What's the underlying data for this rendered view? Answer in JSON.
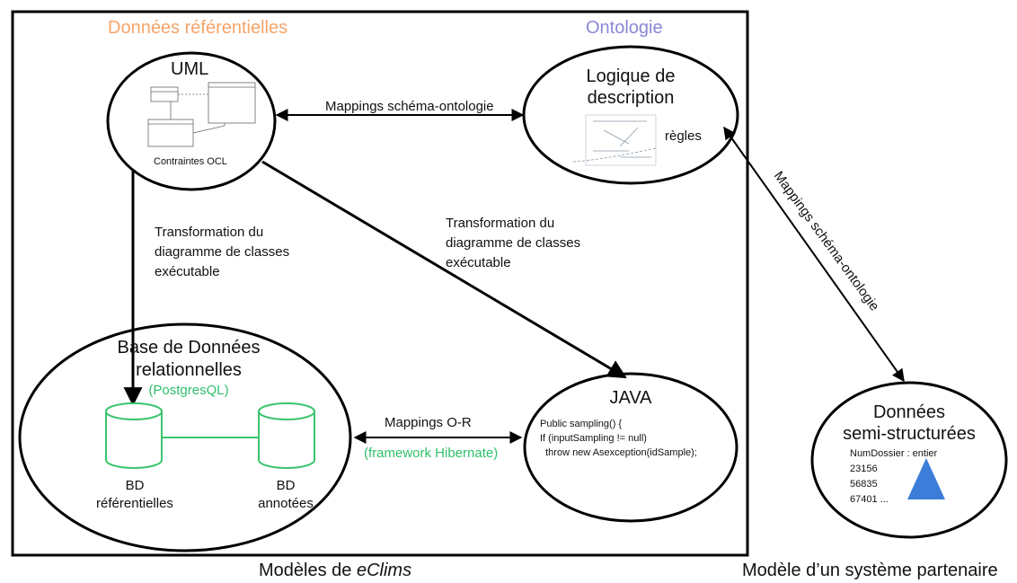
{
  "sections": {
    "referential": "Données référentielles",
    "ontology": "Ontologie"
  },
  "nodes": {
    "uml": {
      "title": "UML",
      "caption": "Contraintes OCL"
    },
    "logic": {
      "title_line1": "Logique de",
      "title_line2": "description",
      "caption": "règles"
    },
    "database": {
      "title_line1": "Base de Données",
      "title_line2": "relationnelles",
      "engine": "(PostgresQL)"
    },
    "java": {
      "title": "JAVA",
      "code": [
        "Public sampling() {",
        "If (inputSampling != null)",
        "  throw new Asexception(idSample);"
      ]
    },
    "semi": {
      "title_line1": "Données",
      "title_line2": "semi-structurées",
      "lines": [
        "NumDossier : entier",
        "23156",
        "56835",
        "67401 ..."
      ]
    }
  },
  "cylinders": {
    "left": {
      "line1": "BD",
      "line2": "référentielles"
    },
    "right": {
      "line1": "BD",
      "line2": "annotées"
    }
  },
  "edges": {
    "uml_logic": "Mappings  schéma-ontologie",
    "uml_db": [
      "Transformation du",
      "diagramme de classes",
      "exécutable"
    ],
    "uml_java": [
      "Transformation du",
      "diagramme de classes",
      "exécutable"
    ],
    "db_java": "Mappings O-R",
    "db_java_sub": "(framework Hibernate)",
    "logic_semi": "Mappings  schéma-ontologie"
  },
  "footers": {
    "left_prefix": "Modèles de ",
    "left_emph": "eClims",
    "right": "Modèle d’un système partenaire"
  },
  "colors": {
    "orange": "#f5a468",
    "purple": "#8a86d6",
    "green": "#2fbf6a",
    "triangle": "#3b7dd8"
  }
}
